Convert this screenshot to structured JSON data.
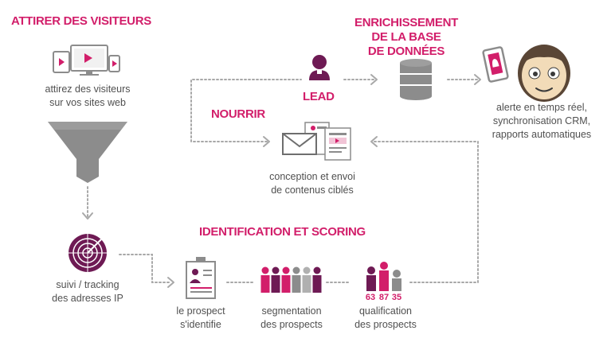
{
  "steps": {
    "attirer": {
      "title": "ATTIRER DES VISITEURS",
      "caption_1": "attirez des visiteurs",
      "caption_2": "sur vos sites web"
    },
    "enrichissement": {
      "title_1": "ENRICHISSEMENT",
      "title_2": "DE LA BASE",
      "title_3": "DE DONNÉES"
    },
    "lead": {
      "label": "LEAD"
    },
    "alerte": {
      "caption_1": "alerte en temps réel,",
      "caption_2": "synchronisation CRM,",
      "caption_3": "rapports automatiques"
    },
    "nourrir": {
      "title": "NOURRIR",
      "caption_1": "conception et envoi",
      "caption_2": "de contenus ciblés"
    },
    "identification": {
      "title": "IDENTIFICATION ET SCORING"
    },
    "tracking": {
      "caption_1": "suivi / tracking",
      "caption_2": "des adresses IP"
    },
    "prospect": {
      "caption_1": "le prospect",
      "caption_2": "s'identifie"
    },
    "segmentation": {
      "caption_1": "segmentation",
      "caption_2": "des prospects"
    },
    "qualification": {
      "caption_1": "qualification",
      "caption_2": "des prospects",
      "scores": [
        "63",
        "87",
        "35"
      ]
    }
  },
  "colors": {
    "accent": "#d21e6a",
    "dark_purple": "#6e1a54",
    "gray": "#8c8c8c",
    "dotted": "#a8a8a8",
    "text": "#505050"
  },
  "icons": {
    "devices": "devices-icon",
    "funnel": "funnel-icon",
    "radar": "radar-icon",
    "id_card": "id-card-icon",
    "people": "people-group-icon",
    "podium": "podium-icon",
    "person": "person-icon",
    "database": "database-icon",
    "envelope": "envelope-icon",
    "phone": "phone-alert-icon",
    "face": "face-icon",
    "arrow": "arrow-chevron-icon"
  }
}
